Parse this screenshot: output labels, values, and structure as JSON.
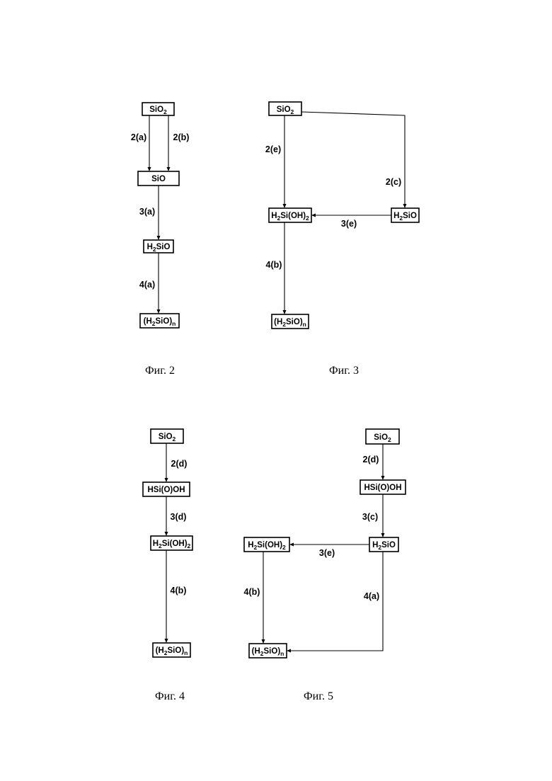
{
  "figures": [
    {
      "caption": "Фиг. 2",
      "nodes": {
        "sio2": [
          "SiO",
          {
            "sub": "2"
          }
        ],
        "sio": [
          "SiO"
        ],
        "h2sio": [
          "H",
          {
            "sub": "2"
          },
          "SiO"
        ],
        "poly": [
          "(H",
          {
            "sub": "2"
          },
          "SiO)",
          {
            "sub": "n"
          }
        ]
      },
      "edges": [
        "2(a)",
        "2(b)",
        "3(a)",
        "4(a)"
      ]
    },
    {
      "caption": "Фиг. 3",
      "nodes": {
        "sio2": [
          "SiO",
          {
            "sub": "2"
          }
        ],
        "h2sioh2": [
          "H",
          {
            "sub": "2"
          },
          "Si(OH)",
          {
            "sub": "2"
          }
        ],
        "h2sio": [
          "H",
          {
            "sub": "2"
          },
          "SiO"
        ],
        "poly": [
          "(H",
          {
            "sub": "2"
          },
          "SiO)",
          {
            "sub": "n"
          }
        ]
      },
      "edges": [
        "2(e)",
        "2(c)",
        "3(e)",
        "4(b)"
      ]
    },
    {
      "caption": "Фиг. 4",
      "nodes": {
        "sio2": [
          "SiO",
          {
            "sub": "2"
          }
        ],
        "hsiooh": [
          "HSi(O)OH"
        ],
        "h2sioh2": [
          "H",
          {
            "sub": "2"
          },
          "Si(OH)",
          {
            "sub": "2"
          }
        ],
        "poly": [
          "(H",
          {
            "sub": "2"
          },
          "SiO)",
          {
            "sub": "n"
          }
        ]
      },
      "edges": [
        "2(d)",
        "3(d)",
        "4(b)"
      ]
    },
    {
      "caption": "Фиг. 5",
      "nodes": {
        "sio2": [
          "SiO",
          {
            "sub": "2"
          }
        ],
        "hsiooh": [
          "HSi(O)OH"
        ],
        "h2sio": [
          "H",
          {
            "sub": "2"
          },
          "SiO"
        ],
        "h2sioh2": [
          "H",
          {
            "sub": "2"
          },
          "Si(OH)",
          {
            "sub": "2"
          }
        ],
        "poly": [
          "(H",
          {
            "sub": "2"
          },
          "SiO)",
          {
            "sub": "n"
          }
        ]
      },
      "edges": [
        "2(d)",
        "3(c)",
        "3(e)",
        "4(b)",
        "4(a)"
      ]
    }
  ]
}
